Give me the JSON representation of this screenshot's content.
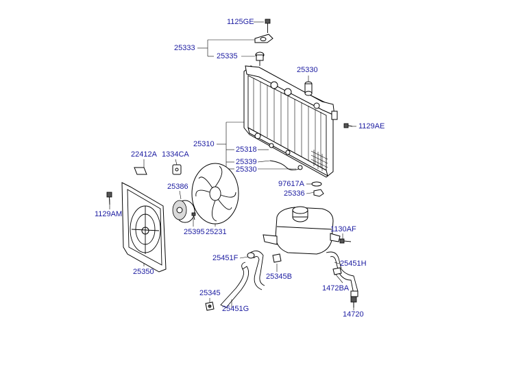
{
  "colors": {
    "label": "#1a1aa0",
    "line": "#000000",
    "background": "#ffffff"
  },
  "labels": {
    "p1125GE": "1125GE",
    "p25333": "25333",
    "p25335": "25335",
    "p25330_top": "25330",
    "p1129AE": "1129AE",
    "p25310": "25310",
    "p25318": "25318",
    "p25339": "25339",
    "p25330_mid": "25330",
    "p22412A": "22412A",
    "p1334CA": "1334CA",
    "p25386": "25386",
    "p97617A": "97617A",
    "p25336": "25336",
    "p1129AM": "1129AM",
    "p25395": "25395",
    "p25231": "25231",
    "p1130AF": "1130AF",
    "p25451F": "25451F",
    "p25451H": "25451H",
    "p25350": "25350",
    "p25345B": "25345B",
    "p1472BA": "1472BA",
    "p25345": "25345",
    "p25451G": "25451G",
    "p14720": "14720"
  }
}
